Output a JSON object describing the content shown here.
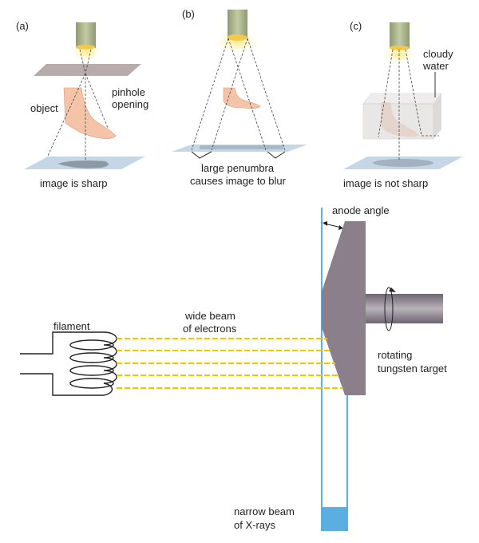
{
  "panels": [
    {
      "tag": "(a)",
      "caption": "image is sharp",
      "labels": [
        "pinhole",
        "opening",
        "object"
      ]
    },
    {
      "tag": "(b)",
      "caption": [
        "large penumbra",
        "causes image to blur"
      ]
    },
    {
      "tag": "(c)",
      "caption": "image is not sharp",
      "labels": [
        "cloudy",
        "water"
      ]
    }
  ],
  "tube": {
    "filament": "filament",
    "beam": [
      "wide beam",
      "of electrons"
    ],
    "anode_angle": "anode angle",
    "target": [
      "rotating",
      "tungsten target"
    ],
    "xray": [
      "narrow beam",
      "of X-rays"
    ]
  },
  "colors": {
    "beam": "#f2c500",
    "xray": "#5aaee0",
    "anode": "#8a7f8a",
    "film": "#c5d6e6"
  }
}
